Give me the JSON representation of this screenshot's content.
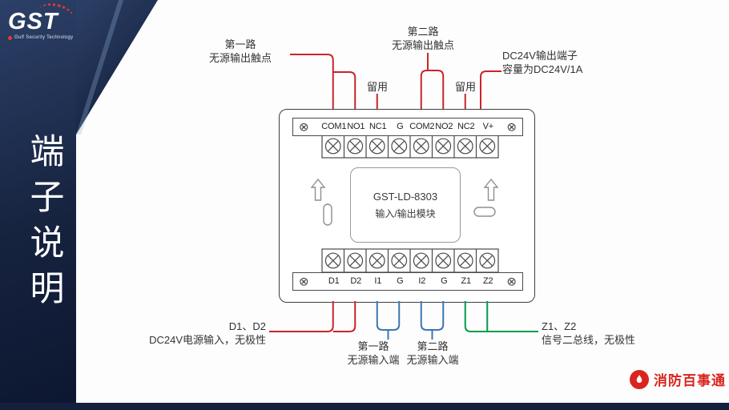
{
  "brand": {
    "logo_text": "GST",
    "logo_subtext": "Gulf Security Technology"
  },
  "sidebar": {
    "title": "端子说明"
  },
  "module": {
    "name": "GST-LD-8303",
    "subtitle": "输入/输出模块",
    "mount_symbol": "⊗",
    "top_terminals": [
      "COM1",
      "NO1",
      "NC1",
      "G",
      "COM2",
      "NO2",
      "NC2",
      "V+"
    ],
    "bottom_terminals": [
      "D1",
      "D2",
      "I1",
      "G",
      "I2",
      "G",
      "Z1",
      "Z2"
    ]
  },
  "annotations": {
    "output1": {
      "line1": "第一路",
      "line2": "无源输出触点"
    },
    "output2": {
      "line1": "第二路",
      "line2": "无源输出触点"
    },
    "reserved1": "留用",
    "reserved2": "留用",
    "dc24v": {
      "line1": "DC24V输出端子",
      "line2": "容量为DC24V/1A"
    },
    "power": {
      "line1": "D1、D2",
      "line2": "DC24V电源输入，无极性"
    },
    "input1": {
      "line1": "第一路",
      "line2": "无源输入端"
    },
    "input2": {
      "line1": "第二路",
      "line2": "无源输入端"
    },
    "bus": {
      "line1": "Z1、Z2",
      "line2": "信号二总线，无极性"
    }
  },
  "footer_logo": {
    "text": "消防百事通"
  },
  "colors": {
    "navy": "#16233f",
    "wire_red": "#c9252b",
    "wire_blue": "#3b76b0",
    "wire_green": "#009b4c",
    "logo_red": "#d9251d"
  }
}
